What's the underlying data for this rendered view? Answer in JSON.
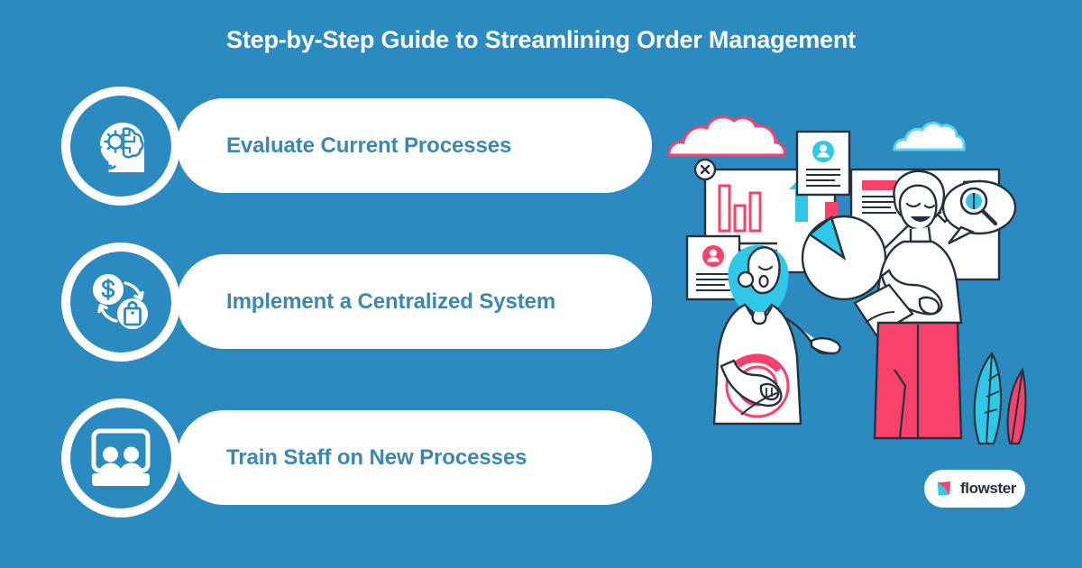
{
  "page": {
    "title": "Step-by-Step Guide to Streamlining Order Management",
    "background_color": "#2B8BC0",
    "card_color": "#FFFFFF",
    "label_color": "#3C87B4",
    "accent_pink": "#F8416B",
    "accent_cyan": "#30C7E8"
  },
  "steps": [
    {
      "index": "1",
      "label": "Evaluate Current Processes",
      "icon": "head-brain-gear-icon"
    },
    {
      "index": "2",
      "label": "Implement a Centralized System",
      "icon": "money-exchange-bag-icon"
    },
    {
      "index": "3",
      "label": "Train Staff on New Processes",
      "icon": "training-people-board-icon"
    }
  ],
  "illustration": {
    "name": "business-analytics-people-illustration",
    "elements": [
      "pink-cloud",
      "cyan-cloud",
      "bar-chart-window",
      "up-arrow",
      "down-arrow",
      "profile-card-top",
      "profile-card-left",
      "pie-chart",
      "presentation-board",
      "growth-arrow",
      "magnifier-speech-bubble",
      "woman-with-donut-chart",
      "person-with-clipboard",
      "leaves"
    ]
  },
  "logo": {
    "text": "flowster",
    "mark": "flowster-arrow-logo-icon"
  }
}
